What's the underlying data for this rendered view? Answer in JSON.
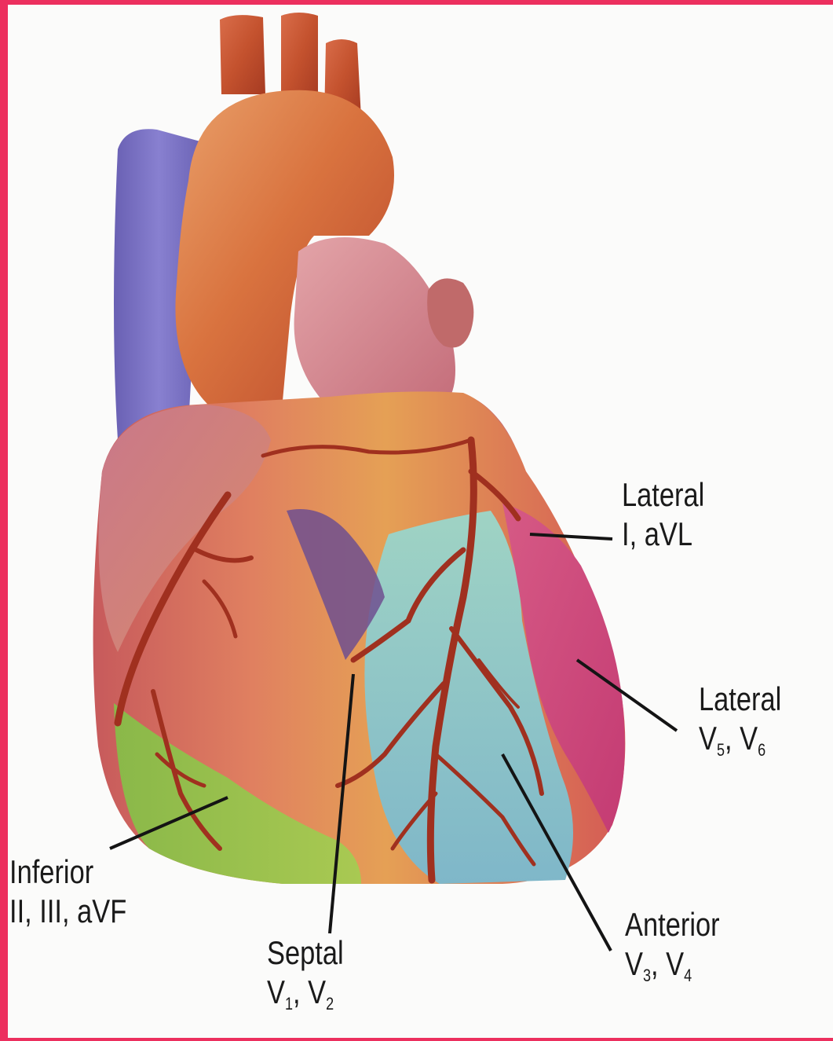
{
  "labels": {
    "lateral_top": {
      "region": "Lateral",
      "leads": "I, aVL"
    },
    "lateral_side": {
      "region": "Lateral",
      "lead_a": "V",
      "lead_a_sub": "5",
      "sep": ", ",
      "lead_b": "V",
      "lead_b_sub": "6"
    },
    "inferior": {
      "region": "Inferior",
      "leads": "II, III, aVF"
    },
    "septal": {
      "region": "Septal",
      "lead_a": "V",
      "lead_a_sub": "1",
      "sep": ", ",
      "lead_b": "V",
      "lead_b_sub": "2"
    },
    "anterior": {
      "region": "Anterior",
      "lead_a": "V",
      "lead_a_sub": "3",
      "sep": ", ",
      "lead_b": "V",
      "lead_b_sub": "4"
    }
  },
  "colors": {
    "frame": "#ec2f5e",
    "vena_cava": "#7b73c4",
    "aorta": "#c8553a",
    "lateral_region": "#d8487a",
    "anterior_region": "#8cc7c1",
    "inferior_region": "#8fc04a",
    "septal_region": "#6b4a8a",
    "artery": "#9c2e1e"
  },
  "icons": {
    "heart": "anatomical-heart-illustration"
  }
}
